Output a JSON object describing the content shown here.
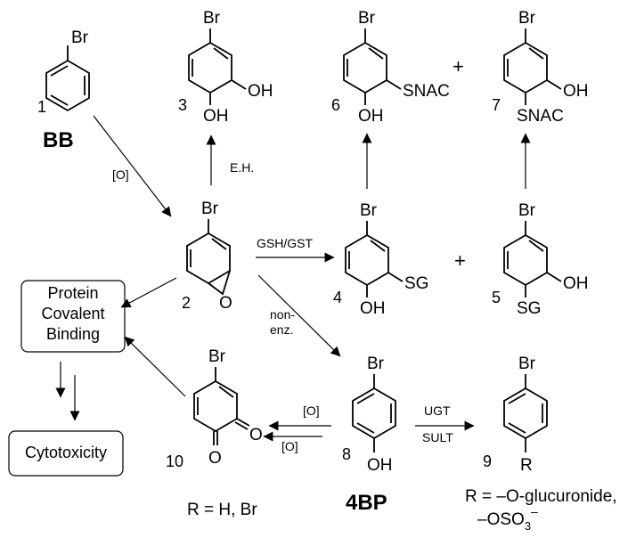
{
  "compounds": {
    "c1": {
      "number": "1",
      "br": "Br"
    },
    "c3": {
      "number": "3",
      "br": "Br",
      "oh_ring": "OH",
      "oh_side": "OH"
    },
    "c6": {
      "number": "6",
      "br": "Br",
      "oh": "OH",
      "snac": "SNAC"
    },
    "c7": {
      "number": "7",
      "br": "Br",
      "oh": "OH",
      "snac": "SNAC"
    },
    "c2": {
      "number": "2",
      "br": "Br",
      "o": "O"
    },
    "c4": {
      "number": "4",
      "br": "Br",
      "oh": "OH",
      "sg": "SG"
    },
    "c5": {
      "number": "5",
      "br": "Br",
      "oh": "OH",
      "sg": "SG"
    },
    "c8": {
      "number": "8",
      "br": "Br",
      "oh": "OH"
    },
    "c9": {
      "number": "9",
      "br": "Br",
      "r": "R"
    },
    "c10": {
      "number": "10",
      "br": "Br",
      "o1": "O",
      "o2": "O"
    }
  },
  "labels": {
    "bb": "BB",
    "fourbp": "4BP",
    "plus_top": "+",
    "plus_mid": "+",
    "r_def_10": "R = H, Br",
    "r_def_9_line1": "R = –O-glucuronide,",
    "r_def_9_line2": "–OSO",
    "r_def_9_sub": "3",
    "r_def_9_sup": "–"
  },
  "conditions": {
    "ox_bb": "[O]",
    "eh": "E.H.",
    "gsh": "GSH/GST",
    "nonenz_1": "non-",
    "nonenz_2": "enz.",
    "ox_1": "[O]",
    "ox_2": "[O]",
    "ugt": "UGT",
    "sult": "SULT"
  },
  "boxes": {
    "protein_1": "Protein",
    "protein_2": "Covalent",
    "protein_3": "Binding",
    "cytotox": "Cytotoxicity"
  }
}
